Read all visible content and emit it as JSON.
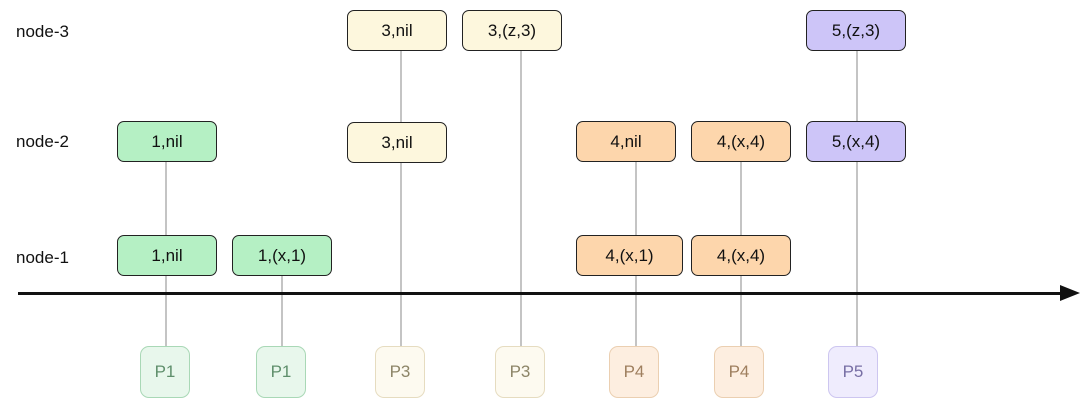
{
  "nodes": {
    "node3": "node-3",
    "node2": "node-2",
    "node1": "node-1"
  },
  "columns": [
    {
      "process": "P1",
      "color": "green",
      "cells": {
        "node2": "1,nil",
        "node1": "1,nil"
      }
    },
    {
      "process": "P1",
      "color": "green",
      "cells": {
        "node1": "1,(x,1)"
      }
    },
    {
      "process": "P3",
      "color": "yellow",
      "cells": {
        "node3": "3,nil",
        "node2": "3,nil"
      }
    },
    {
      "process": "P3",
      "color": "yellow",
      "cells": {
        "node3": "3,(z,3)"
      }
    },
    {
      "process": "P4",
      "color": "orange",
      "cells": {
        "node2": "4,nil",
        "node1": "4,(x,1)"
      }
    },
    {
      "process": "P4",
      "color": "orange",
      "cells": {
        "node2": "4,(x,4)",
        "node1": "4,(x,4)"
      }
    },
    {
      "process": "P5",
      "color": "purple",
      "cells": {
        "node3": "5,(z,3)",
        "node2": "5,(x,4)"
      }
    }
  ],
  "colors": {
    "green": "#b5f0c4",
    "yellow": "#fdf7dd",
    "orange": "#fdd6ac",
    "purple": "#cdc5f8",
    "timeline": "#111111",
    "connector": "#c4c4c4"
  }
}
